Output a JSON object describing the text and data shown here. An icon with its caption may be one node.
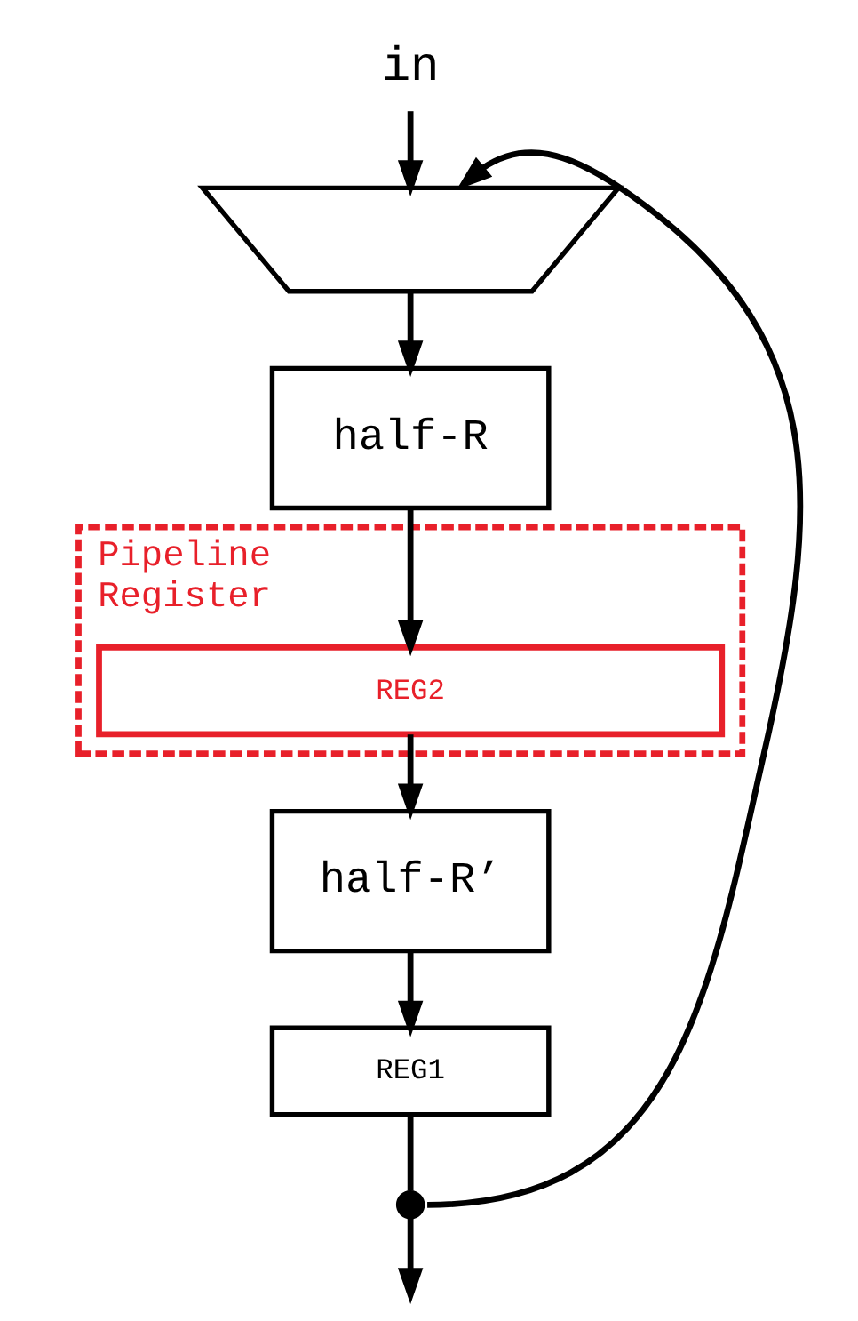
{
  "diagram": {
    "nodes": [
      {
        "text": [
          "in"
        ]
      },
      {
        "text": [],
        "shape": "trapezoid"
      },
      {
        "text": [
          "half-R"
        ]
      },
      {
        "text": [
          "Pipeline Register"
        ]
      },
      {
        "text": [
          "REG2"
        ],
        "in": 3
      },
      {
        "text": [
          "half-R’"
        ]
      },
      {
        "text": [
          "REG1"
        ]
      },
      {
        "text": [],
        "shape": "circle"
      }
    ],
    "edges": [
      {
        "from": 0,
        "to": 1,
        "arrow": "to"
      },
      {
        "from": 1,
        "to": 2,
        "arrow": "to"
      },
      {
        "from": 2,
        "to": 4,
        "arrow": "to"
      },
      {
        "from": 4,
        "to": 5,
        "arrow": "to"
      },
      {
        "from": 5,
        "to": 6,
        "arrow": "to"
      },
      {
        "from": 6,
        "to": 7,
        "arrow": "none"
      },
      {
        "from": 7,
        "to": null,
        "arrow": "to"
      },
      {
        "from": 7,
        "to": 1,
        "arrow": "to"
      }
    ]
  }
}
